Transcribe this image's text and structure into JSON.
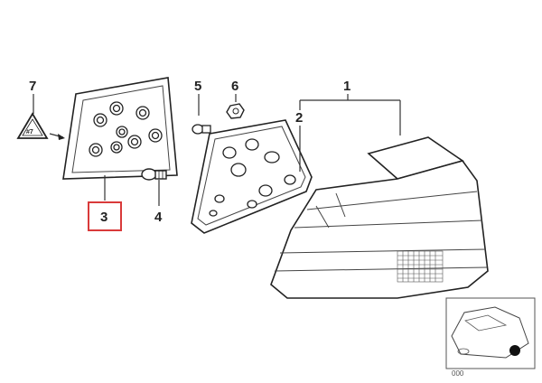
{
  "callouts": {
    "c1": "1",
    "c2": "2",
    "c3": "3",
    "c4": "4",
    "c5": "5",
    "c6": "6",
    "c7": "7"
  },
  "warning_label": "#7",
  "thumbnail_id": "000",
  "highlight_color": "#d93a3a"
}
